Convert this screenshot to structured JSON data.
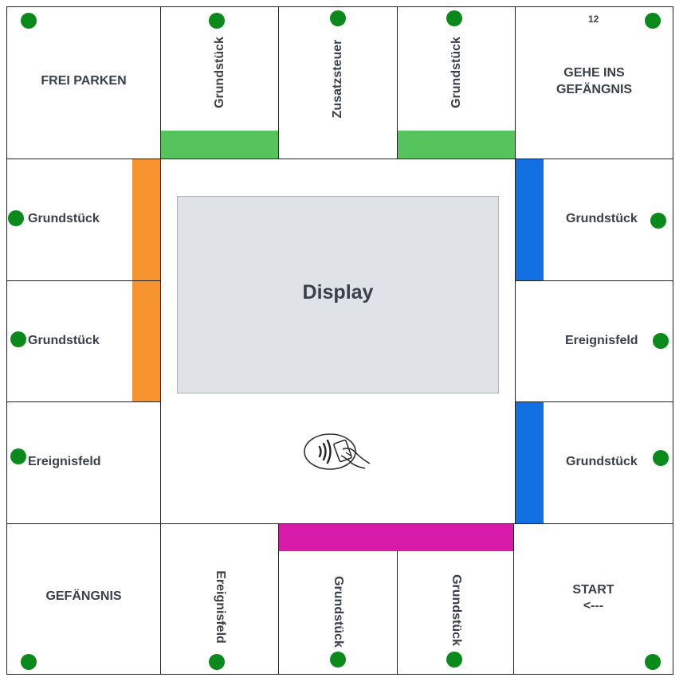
{
  "board": {
    "corners": {
      "top_left": "FREI PARKEN",
      "top_right_line1": "GEHE INS",
      "top_right_line2": "GEFÄNGNIS",
      "top_right_number": "12",
      "bottom_left": "GEFÄNGNIS",
      "bottom_right_line1": "START",
      "bottom_right_line2": "<---"
    },
    "top": [
      "Grundstück",
      "Zusatzsteuer",
      "Grundstück"
    ],
    "bottom": [
      "Ereignisfeld",
      "Grundstück",
      "Grundstück"
    ],
    "left": [
      "Grundstück",
      "Grundstück",
      "Ereignisfeld"
    ],
    "right": [
      "Grundstück",
      "Ereignisfeld",
      "Grundstück"
    ]
  },
  "center": {
    "display_label": "Display",
    "payment_icon": "contactless-payment-icon"
  },
  "colors": {
    "green": "#56c45c",
    "orange": "#f7932f",
    "blue": "#1270e3",
    "magenta": "#d81aa8",
    "dot": "#0b8a1c",
    "display_bg": "#dfe2e7"
  }
}
